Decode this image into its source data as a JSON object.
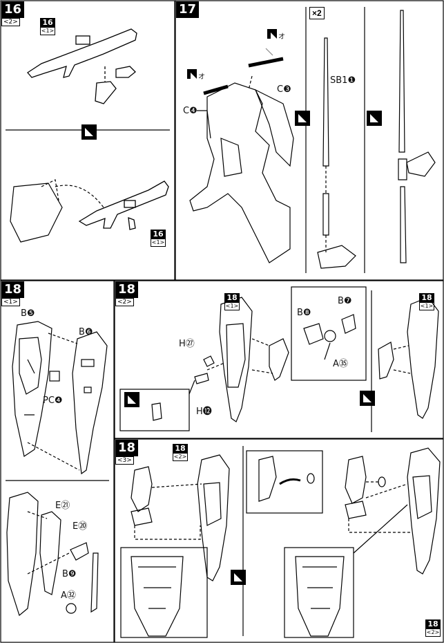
{
  "panels": [
    {
      "id": "p16",
      "step": "16",
      "sub": "<2>"
    },
    {
      "id": "p17",
      "step": "17",
      "sub": ""
    },
    {
      "id": "p18a",
      "step": "18",
      "sub": "<1>"
    },
    {
      "id": "p18b",
      "step": "18",
      "sub": "<2>"
    },
    {
      "id": "p18c",
      "step": "18",
      "sub": "<3>"
    }
  ],
  "refs": {
    "r16a": {
      "num": "16",
      "sub": "<1>"
    },
    "r16b": {
      "num": "16",
      "sub": "<1>"
    },
    "r18b1": {
      "num": "18",
      "sub": "<1>"
    },
    "r18b2": {
      "num": "18",
      "sub": "<1>"
    },
    "r18c1": {
      "num": "18",
      "sub": "<2>"
    },
    "r18c2": {
      "num": "18",
      "sub": "<2>"
    }
  },
  "labels": {
    "c3": "C❸",
    "c4": "C❹",
    "sb1": "SB1❶",
    "x2": "×2",
    "b5": "B❺",
    "b6": "B❻",
    "pc4": "PC❹",
    "e21": "E㉑",
    "e20": "E⑳",
    "b9": "B❾",
    "a32": "A㉜",
    "b8": "B❽",
    "b7": "B❼",
    "a35": "A㉟",
    "h27": "H㉗",
    "h12": "H⓬",
    "tick1": "オ",
    "tick2": "オ"
  }
}
